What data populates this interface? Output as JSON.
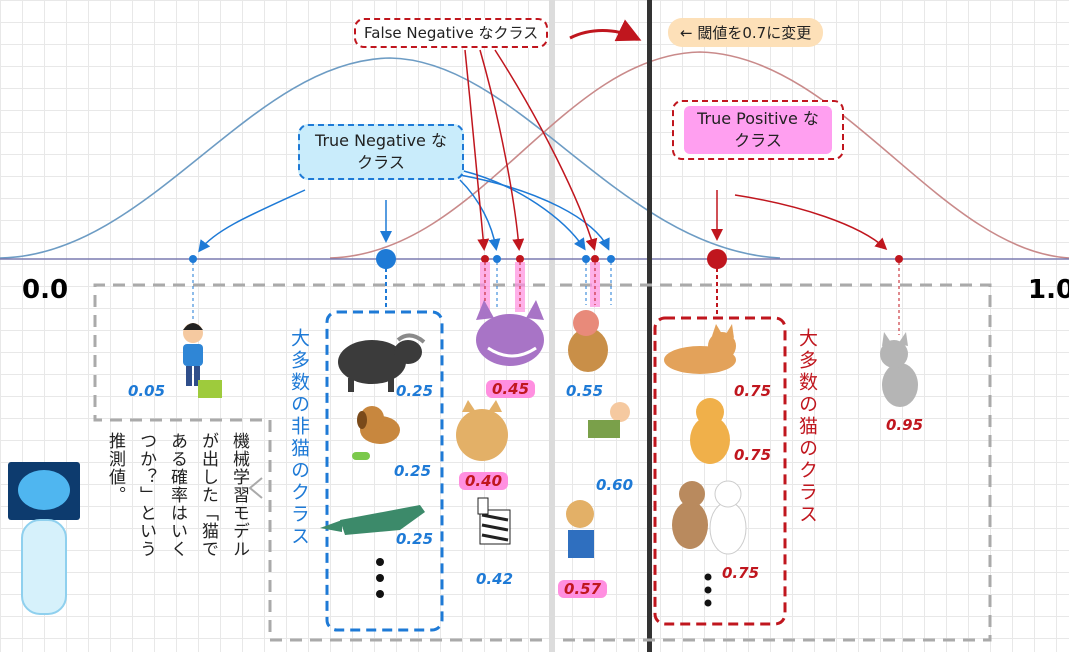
{
  "axis": {
    "min_label": "0.0",
    "max_label": "1.0"
  },
  "callouts": {
    "false_negative": "False Negative なクラス",
    "true_negative": [
      "True Negative な",
      "クラス"
    ],
    "true_positive": [
      "True Positive な",
      "クラス"
    ],
    "threshold": "← 閾値を0.7に変更"
  },
  "group_labels": {
    "non_cat": "大多数の非猫のクラス",
    "cat": "大多数の猫のクラス"
  },
  "model_note": [
    "機械学習モデル",
    "が出した「猫で",
    "ある確率はいく",
    "つか？」という",
    "推測値。"
  ],
  "values": {
    "boy": "0.05",
    "buffalo": "0.25",
    "dog": "0.25",
    "croc": "0.25",
    "cheshire": "0.45",
    "fatcat": "0.40",
    "zebra": "0.42",
    "monkey": "0.55",
    "man": "0.60",
    "catman": "0.57",
    "cat1": "0.75",
    "cat2": "0.75",
    "cat3": "0.75",
    "graycat": "0.95"
  },
  "colors": {
    "blue": "#1e7ad6",
    "red": "#c0161e",
    "pink": "#ff8fe0",
    "callout_blue_bg": "#c9ecfb",
    "callout_pink_bg": "#ff9ff0",
    "threshold_bg": "#fde0b8"
  }
}
